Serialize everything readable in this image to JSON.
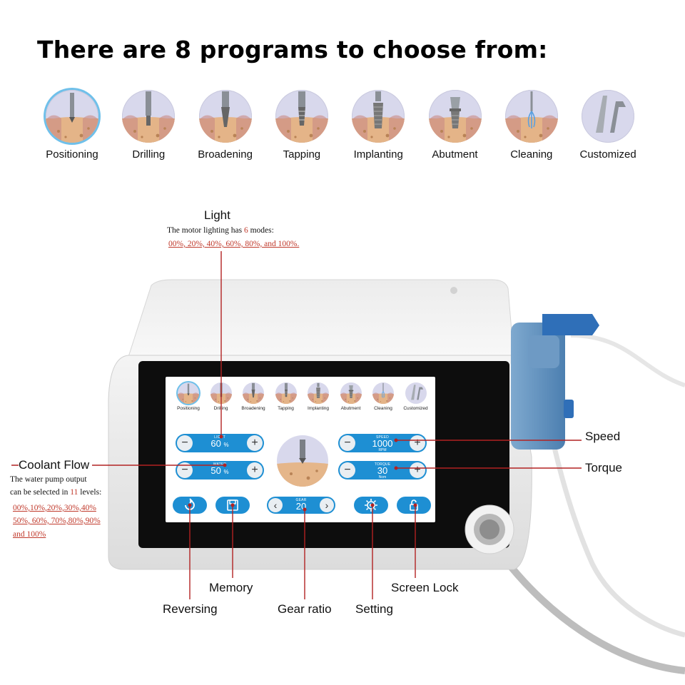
{
  "headline": "There are 8 programs to choose from:",
  "programs": [
    {
      "label": "Positioning",
      "icon": "positioning-icon",
      "active": true
    },
    {
      "label": "Drilling",
      "icon": "drilling-icon"
    },
    {
      "label": "Broadening",
      "icon": "broadening-icon"
    },
    {
      "label": "Tapping",
      "icon": "tapping-icon"
    },
    {
      "label": "Implanting",
      "icon": "implanting-icon"
    },
    {
      "label": "Abutment",
      "icon": "abutment-icon"
    },
    {
      "label": "Cleaning",
      "icon": "cleaning-icon"
    },
    {
      "label": "Customized",
      "icon": "customized-icon"
    }
  ],
  "light": {
    "title": "Light",
    "desc_pre": "The motor lighting has ",
    "desc_num": "6",
    "desc_post": " modes:",
    "modes": "00%, 20%, 40%, 60%, 80%, and 100%."
  },
  "coolant": {
    "title": "Coolant Flow",
    "line1": "The water pump output",
    "line2_pre": "can be selected in ",
    "line2_num": "11",
    "line2_post": " levels:",
    "levels1": "00%,10%,20%,30%,40%",
    "levels2": "50%, 60%, 70%,80%,90%",
    "levels3": "and 100%"
  },
  "callouts": {
    "speed": "Speed",
    "torque": "Torque",
    "memory": "Memory",
    "reversing": "Reversing",
    "gear_ratio": "Gear ratio",
    "setting": "Setting",
    "screen_lock": "Screen Lock"
  },
  "screen": {
    "light": {
      "key": "LIGHT",
      "value": "60",
      "unit": "%"
    },
    "water": {
      "key": "WATER",
      "value": "50",
      "unit": "%"
    },
    "speed": {
      "key": "SPEED",
      "value": "1000",
      "unit": "RPM"
    },
    "torque": {
      "key": "TORQUE",
      "value": "30",
      "unit": "Ncm"
    },
    "gear": {
      "key": "GEAR",
      "value": "20"
    },
    "minus": "−",
    "plus": "+",
    "prev": "‹",
    "next": "›"
  },
  "colors": {
    "accent": "#1e8fd3",
    "red_note": "#c0392b",
    "active_ring": "#6fc0ea"
  }
}
